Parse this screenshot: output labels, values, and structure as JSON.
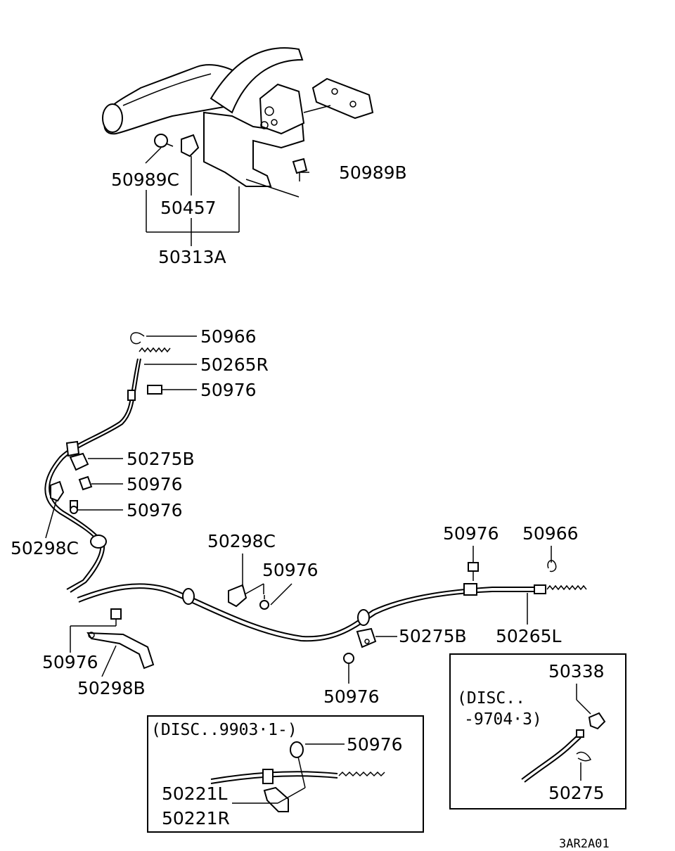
{
  "diagram": {
    "code": "3AR2A01",
    "labels": {
      "p50989C": "50989C",
      "p50457": "50457",
      "p50313A": "50313A",
      "p50989B": "50989B",
      "p50966_top": "50966",
      "p50265R": "50265R",
      "p50976_a": "50976",
      "p50275B_a": "50275B",
      "p50976_b": "50976",
      "p50976_c": "50976",
      "p50298C_left": "50298C",
      "p50298C_mid": "50298C",
      "p50976_d": "50976",
      "p50976_e": "50976",
      "p50966_right": "50966",
      "p50275B_b": "50275B",
      "p50265L": "50265L",
      "p50976_f": "50976",
      "p50298B": "50298B",
      "p50976_g": "50976",
      "p50338": "50338",
      "p50275": "50275",
      "p50976_h": "50976",
      "p50221L": "50221L",
      "p50221R": "50221R"
    },
    "notes": {
      "box_left": "(DISC..9903·1-)",
      "box_right_line1": "(DISC..",
      "box_right_line2": "-9704·3)"
    }
  }
}
